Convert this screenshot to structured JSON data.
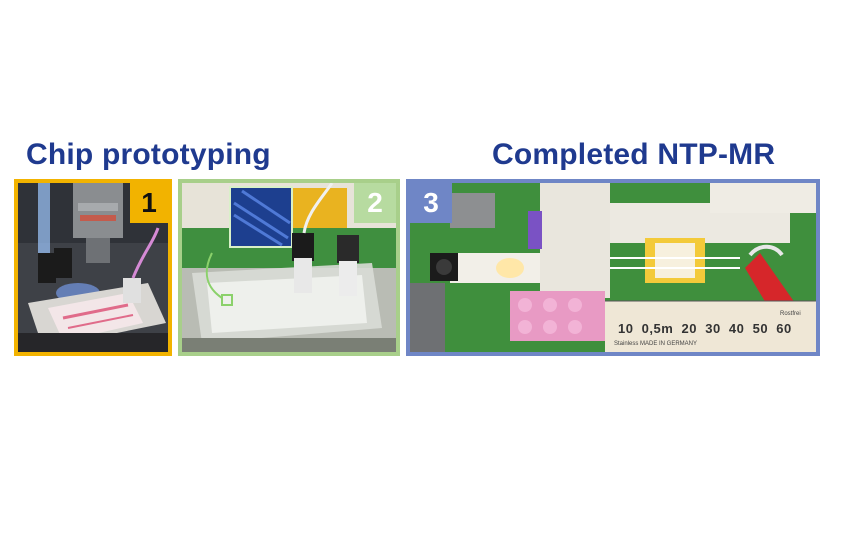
{
  "headings": {
    "left": "Chip prototyping",
    "right": "Completed NTP-MR"
  },
  "panels": [
    {
      "badge": "1"
    },
    {
      "badge": "2"
    },
    {
      "badge": "3"
    }
  ],
  "ruler": {
    "numbers": "10  0,5m  20  30  40  50  60",
    "sub": "Stainless    MADE IN GERMANY",
    "brand": "Rostfrei"
  },
  "colors": {
    "heading": "#1f3a8f",
    "panel1_border": "#f2b300",
    "panel2_border": "#a8cf8a",
    "panel3_border": "#6f86c6"
  }
}
